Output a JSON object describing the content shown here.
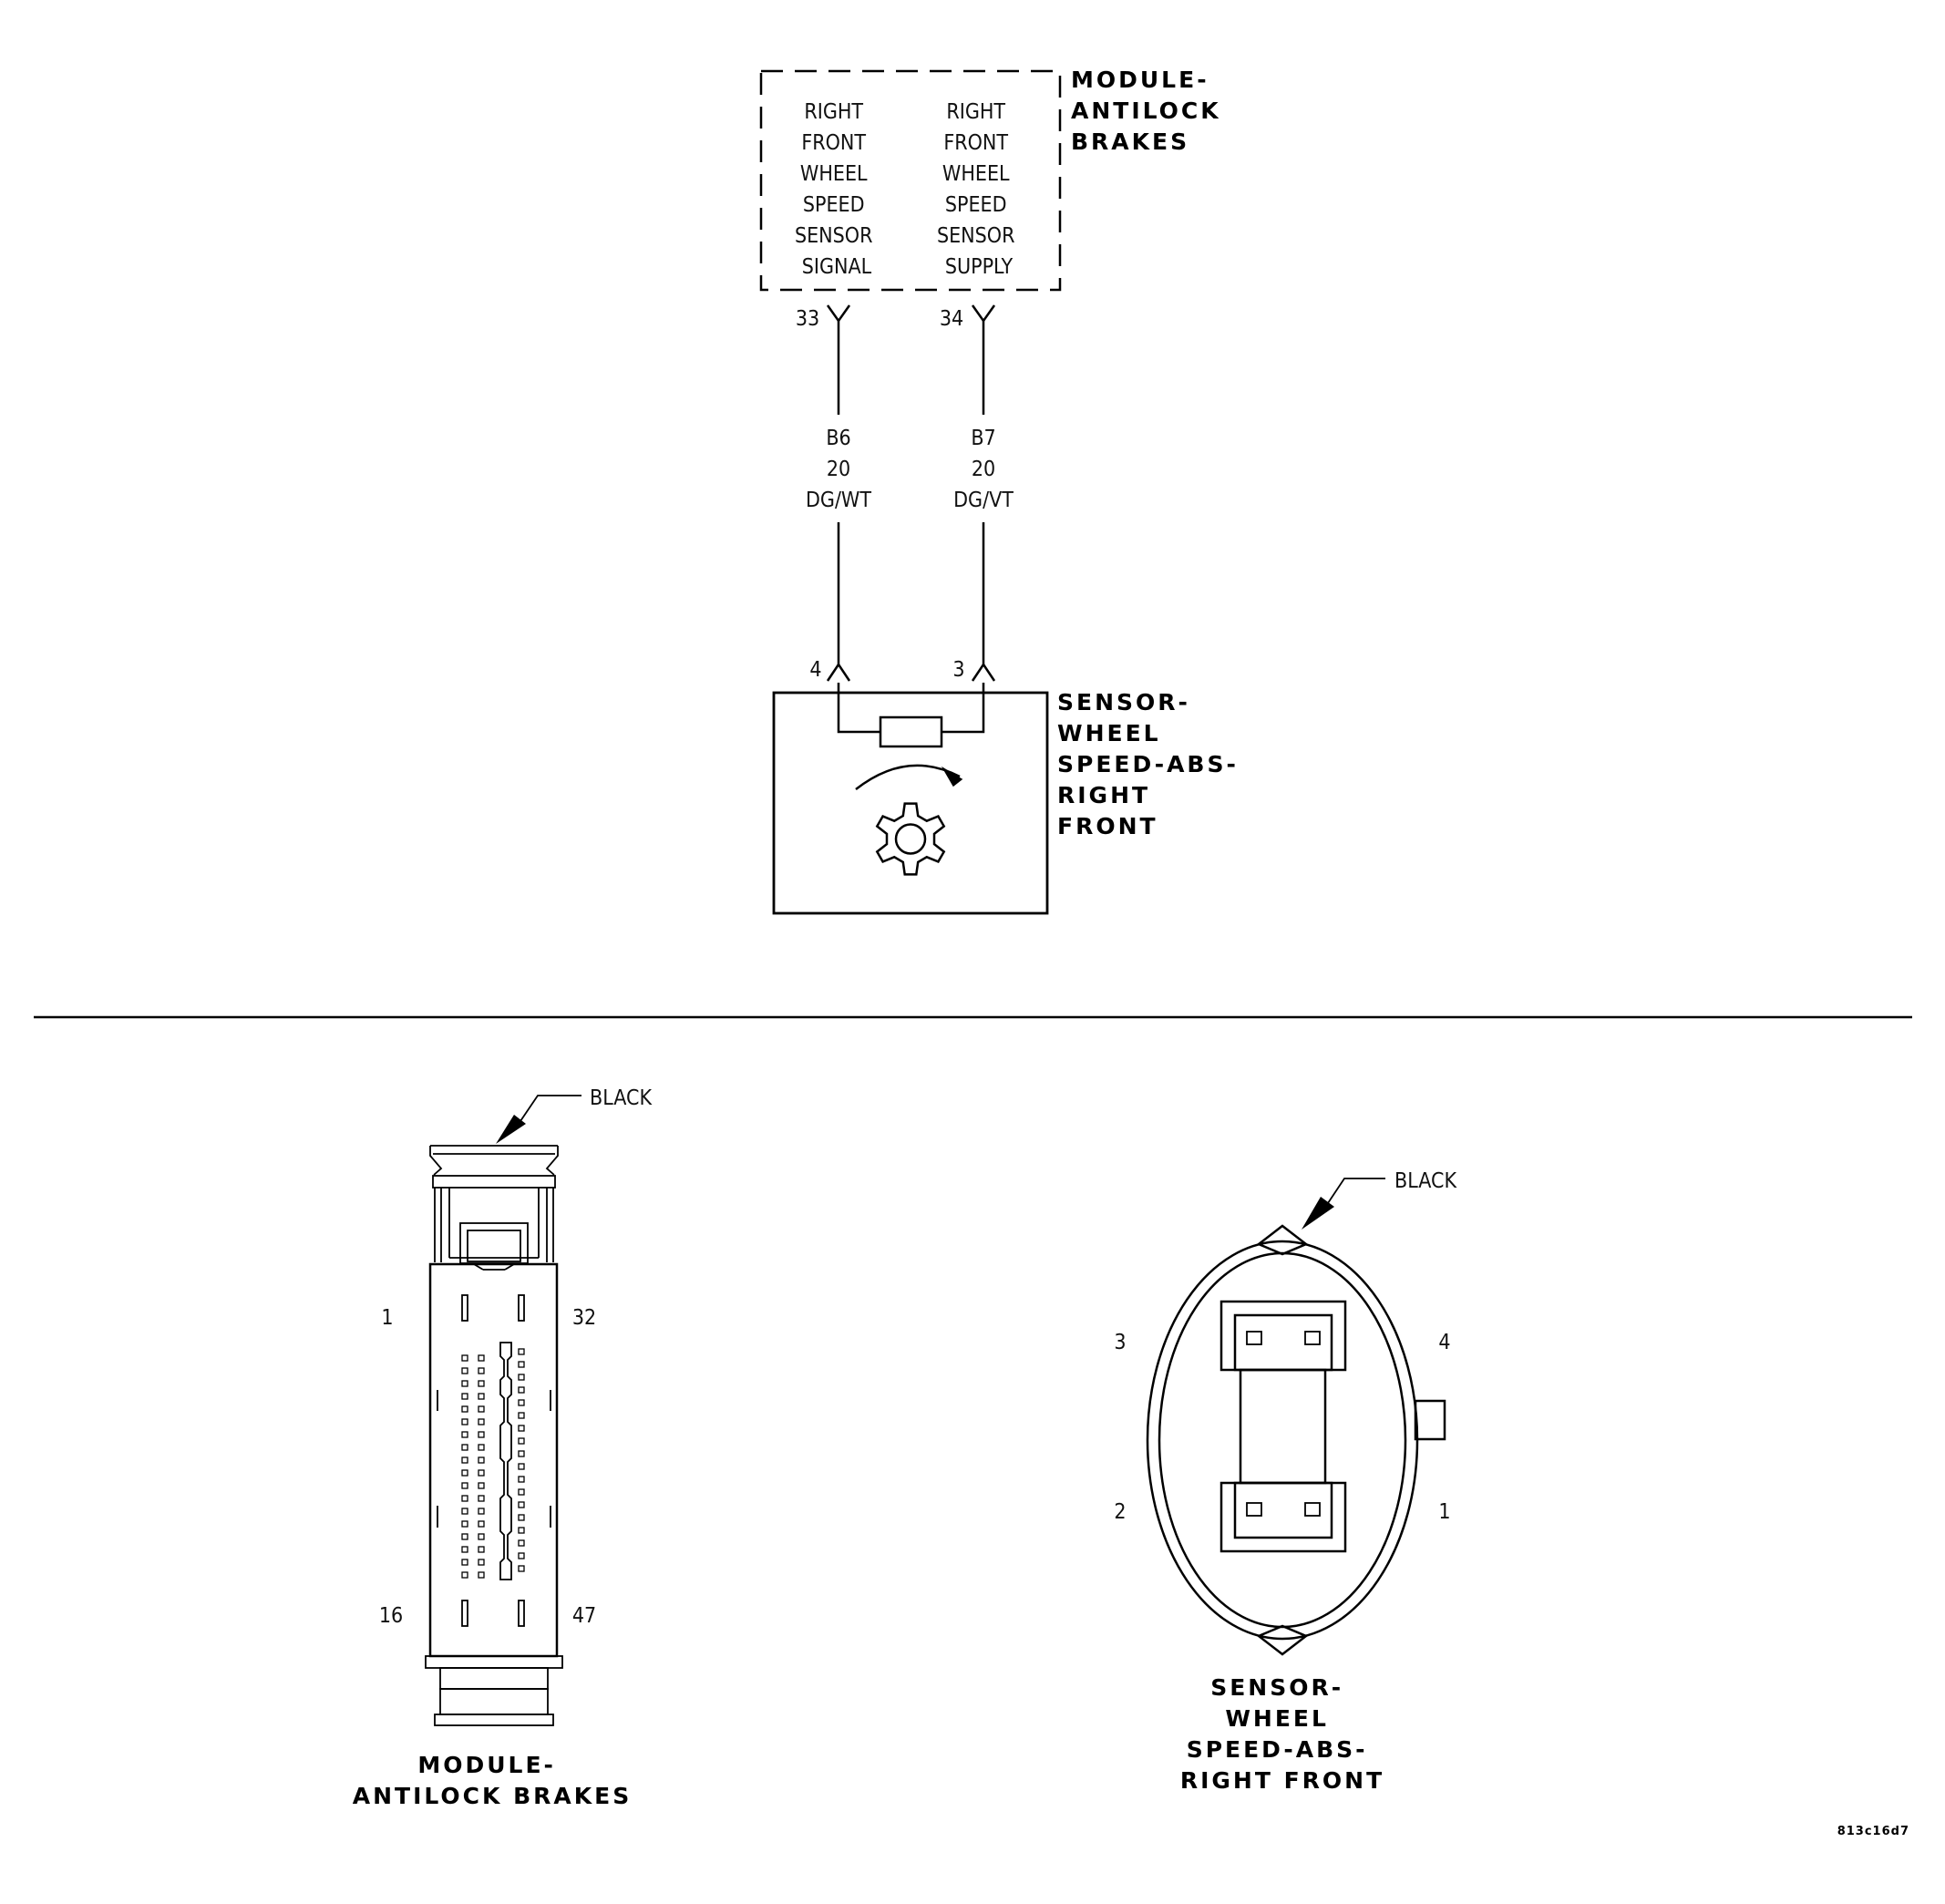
{
  "module_block": {
    "title": [
      "MODULE-",
      "ANTILOCK",
      "BRAKES"
    ],
    "left_pin_label": [
      "RIGHT",
      "FRONT",
      "WHEEL",
      "SPEED",
      "SENSOR",
      "SIGNAL"
    ],
    "right_pin_label": [
      "RIGHT",
      "FRONT",
      "WHEEL",
      "SPEED",
      "SENSOR",
      "SUPPLY"
    ]
  },
  "wires": [
    {
      "module_pin": "33",
      "circuit": "B6",
      "gauge": "20",
      "color": "DG/WT",
      "sensor_pin": "4"
    },
    {
      "module_pin": "34",
      "circuit": "B7",
      "gauge": "20",
      "color": "DG/VT",
      "sensor_pin": "3"
    }
  ],
  "sensor_block": {
    "title": [
      "SENSOR-",
      "WHEEL",
      "SPEED-ABS-",
      "RIGHT",
      "FRONT"
    ]
  },
  "connector_module": {
    "color_label": "BLACK",
    "pins": {
      "top_left": "1",
      "top_right": "32",
      "bottom_left": "16",
      "bottom_right": "47"
    },
    "caption": [
      "MODULE-",
      "ANTILOCK BRAKES"
    ]
  },
  "connector_sensor": {
    "color_label": "BLACK",
    "pins": {
      "top_left": "3",
      "top_right": "4",
      "bottom_left": "2",
      "bottom_right": "1"
    },
    "caption": [
      "SENSOR-",
      "WHEEL",
      "SPEED-ABS-",
      "RIGHT FRONT"
    ]
  },
  "figure_id": "813c16d7"
}
